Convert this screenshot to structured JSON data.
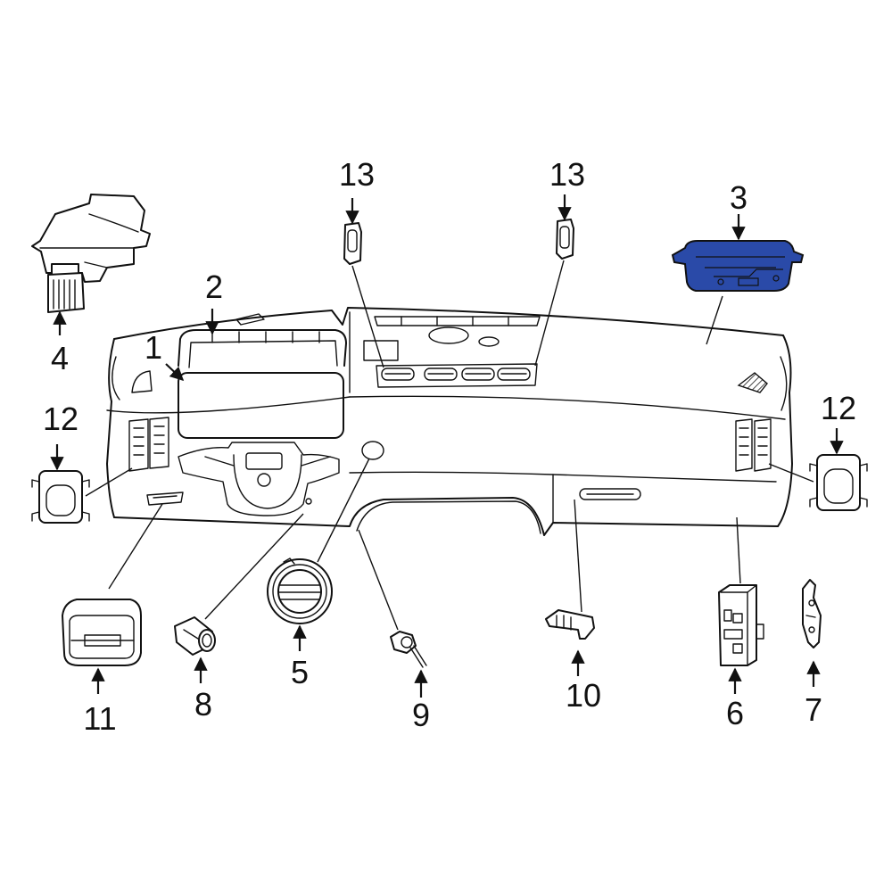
{
  "callouts": {
    "c1": "1",
    "c2": "2",
    "c3": "3",
    "c4": "4",
    "c5": "5",
    "c6": "6",
    "c7": "7",
    "c8": "8",
    "c9": "9",
    "c10": "10",
    "c11": "11",
    "c12a": "12",
    "c12b": "12",
    "c13a": "13",
    "c13b": "13"
  },
  "colors": {
    "highlight": "#2a4aa8",
    "line": "#111111"
  }
}
